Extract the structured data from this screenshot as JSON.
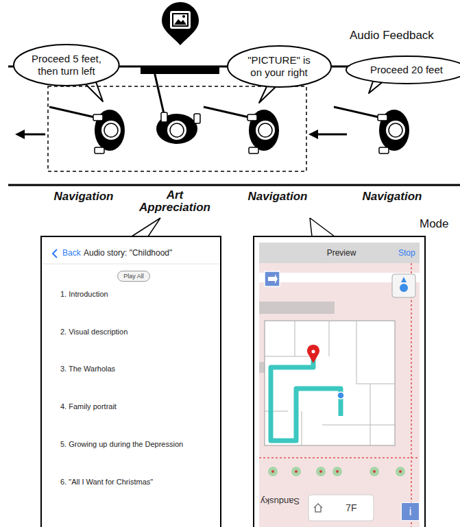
{
  "diagram": {
    "nodes": [
      {
        "text": [
          "Proceed 5 feet, then turn left"
        ]
      },
      {
        "text": [
          "\"PICTURE\" is on your right"
        ]
      },
      {
        "text": [
          "Proceed 20 feet"
        ]
      },
      {
        "text": [
          "Back",
          "Audio story: \"Childhood\"",
          "1. Introduction",
          "2. Visual description",
          "3. The Warholas",
          "4. Family portrait",
          "5. Growing up during the Depression",
          "6. \"All I Want for Christmas\""
        ]
      },
      {
        "text": [
          "Play All"
        ],
        "in": 3
      },
      {
        "text": [
          "Preview",
          "Stop"
        ]
      },
      {
        "text": [
          "7F"
        ],
        "in": 5
      },
      {
        "text": [
          "i"
        ],
        "in": 5
      }
    ],
    "labels": [
      "Audio Feedback",
      "Navigation",
      "Art Appreciation",
      "Navigation",
      "Navigation",
      "Mode",
      "Sandusky"
    ]
  }
}
